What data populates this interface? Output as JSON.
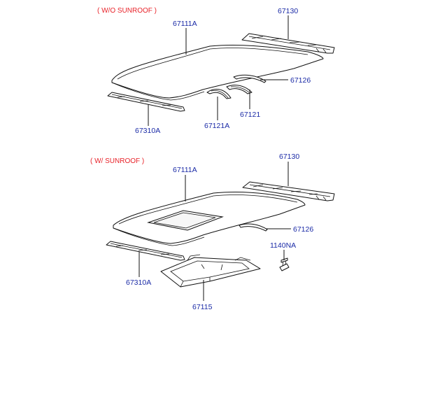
{
  "diagram": {
    "sections": [
      {
        "id": "without-sunroof",
        "title": "( W/O  SUNROOF )",
        "callouts": {
          "roof_panel": "67111A",
          "rear_rail": "67130",
          "roof_bow_rear": "67126",
          "roof_bow_center": "67121",
          "roof_bow_front": "67121A",
          "front_rail": "67310A"
        }
      },
      {
        "id": "with-sunroof",
        "title": "( W/    SUNROOF )",
        "callouts": {
          "roof_panel": "67111A",
          "rear_rail": "67130",
          "roof_bow_rear": "67126",
          "bolt": "1140NA",
          "front_rail": "67310A",
          "sunroof_frame": "67115"
        }
      }
    ],
    "colors": {
      "section_title": "#e8232a",
      "callout_text": "#1a2aa6",
      "line": "#111111"
    }
  }
}
